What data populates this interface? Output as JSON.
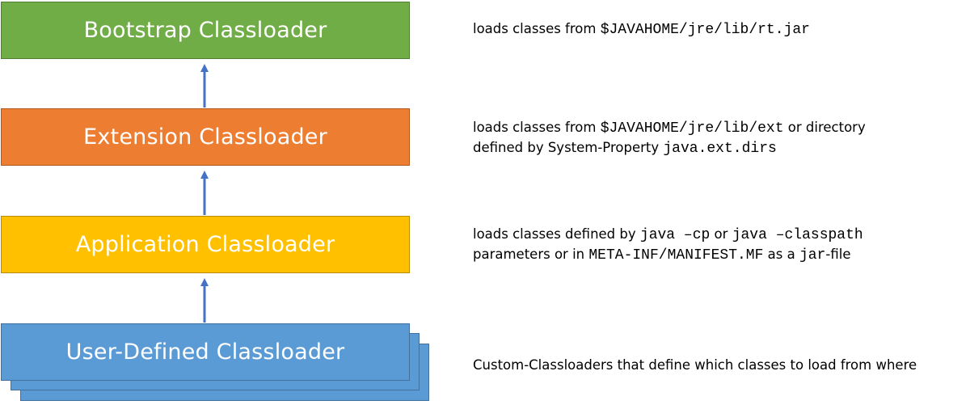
{
  "boxes": {
    "bootstrap": "Bootstrap Classloader",
    "extension": "Extension Classloader",
    "application": "Application Classloader",
    "user_defined": "User-Defined Classloader"
  },
  "descriptions": {
    "bootstrap": {
      "prefix": "loads classes from ",
      "path": "$JAVAHOME/jre/lib/rt.jar"
    },
    "extension": {
      "line1_prefix": "loads classes from ",
      "line1_path": "$JAVAHOME/jre/lib/ext",
      "line1_suffix": " or directory",
      "line2_prefix": "defined by System-Property ",
      "line2_code": "java.ext.dirs"
    },
    "application": {
      "line1_prefix": "loads classes defined by ",
      "line1_code1": "java –cp",
      "line1_mid": " or ",
      "line1_code2": "java –classpath",
      "line2_prefix": "parameters or in ",
      "line2_code1": "META-INF/MANIFEST.MF",
      "line2_mid": " as a ",
      "line2_code2": "jar",
      "line2_suffix": "-file"
    },
    "user_defined": {
      "text": "Custom-Classloaders that define which classes to load from where"
    }
  },
  "colors": {
    "bootstrap": "#70ad47",
    "extension": "#ed7d31",
    "application": "#ffc000",
    "user_defined": "#5b9bd5",
    "arrow": "#4472c4"
  }
}
